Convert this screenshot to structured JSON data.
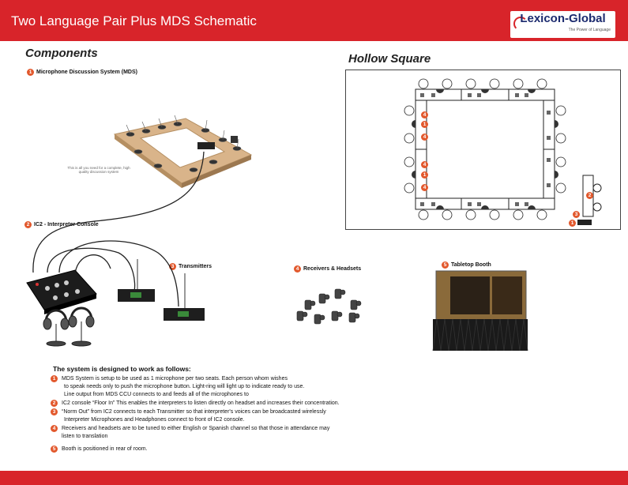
{
  "header": {
    "title": "Two Language Pair Plus MDS Schematic"
  },
  "logo": {
    "name": "Lexicon-Global",
    "tagline": "The Power of Language"
  },
  "colors": {
    "brand_red": "#d8242a",
    "badge_orange": "#e2582c",
    "logo_navy": "#1b2a6e"
  },
  "components": {
    "title": "Components",
    "mds_label": "Microphone Discussion System (MDS)",
    "mds_note": "This is all you need for a complete, high quality discussion system",
    "ic2_label": "IC2 - Interpreter Console",
    "transmitters_label": "Transmitters",
    "receivers_label": "Receivers & Headsets",
    "booth_label": "Tabletop Booth"
  },
  "hollow_square": {
    "title": "Hollow Square"
  },
  "badges": {
    "b1": "1",
    "b2": "2",
    "b3": "3",
    "b4": "4",
    "b5": "5"
  },
  "explanation": {
    "title": "The system is designed to work as follows:",
    "items": [
      {
        "num": "1",
        "lines": [
          "MDS System is setup to be used as 1 microphone per two seats. Each person whom wishes",
          "to speak needs only to push the microphone button. Light-ring will light up to indicate ready to use.",
          "Line output from MDS CCU connects to and feeds all of the microphones to"
        ]
      },
      {
        "num": "2",
        "lines": [
          "IC2 console “Floor In” This enables the interpreters to listen directly on headset and increases their concentration."
        ]
      },
      {
        "num": "3",
        "lines": [
          "“Norm Out” from IC2 connects to each Transmitter so that interpreter's voices can be broadcasted wirelessly",
          "Interpreter Microphones and Headphones connect to front of IC2 console."
        ]
      },
      {
        "num": "4",
        "lines": [
          "Receivers and headsets are to be tuned to either English or Spanish channel so that those in attendance may",
          "listen to translation"
        ]
      },
      {
        "num": "5",
        "lines": [
          "Booth is positioned in rear of room."
        ]
      }
    ]
  }
}
